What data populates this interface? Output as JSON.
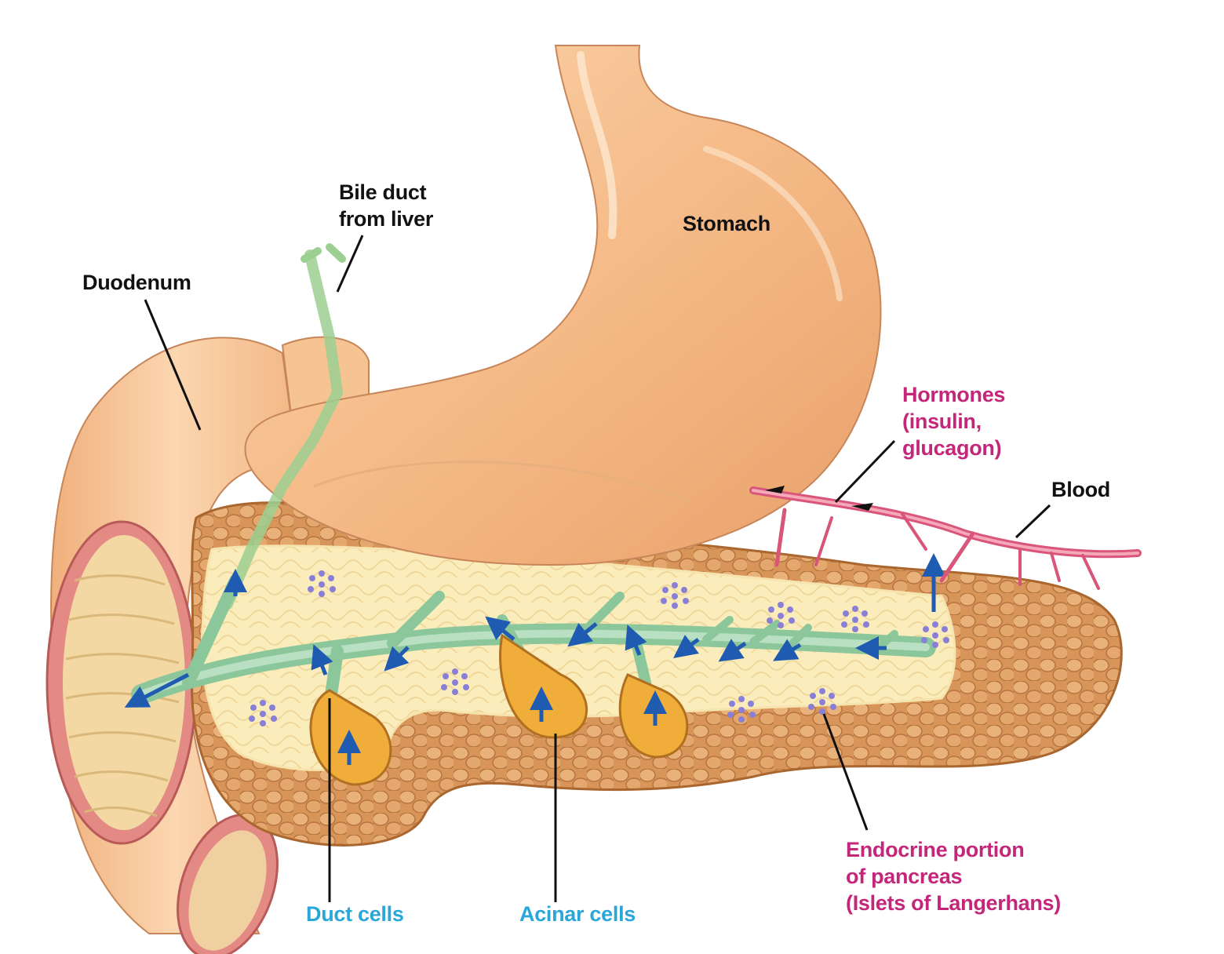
{
  "labels": {
    "bile_duct": [
      "Bile duct",
      "from liver"
    ],
    "stomach": "Stomach",
    "duodenum": "Duodenum",
    "hormones": [
      "Hormones",
      "(insulin,",
      "glucagon)"
    ],
    "blood": "Blood",
    "endocrine": [
      "Endocrine portion",
      "of pancreas",
      "(Islets of Langerhans)"
    ],
    "duct_cells": "Duct cells",
    "acinar_cells": "Acinar cells"
  },
  "colors": {
    "label_dark": "#111111",
    "label_magenta": "#c4267a",
    "label_cyan": "#2aa7d8",
    "stomach": "#f6c08f",
    "pancreas": "#d99a5c",
    "duct": "#8cc79c",
    "flow_arrow": "#1f5bb0",
    "islet": "#8a7fd6",
    "blood_vessel": "#d9557a"
  }
}
